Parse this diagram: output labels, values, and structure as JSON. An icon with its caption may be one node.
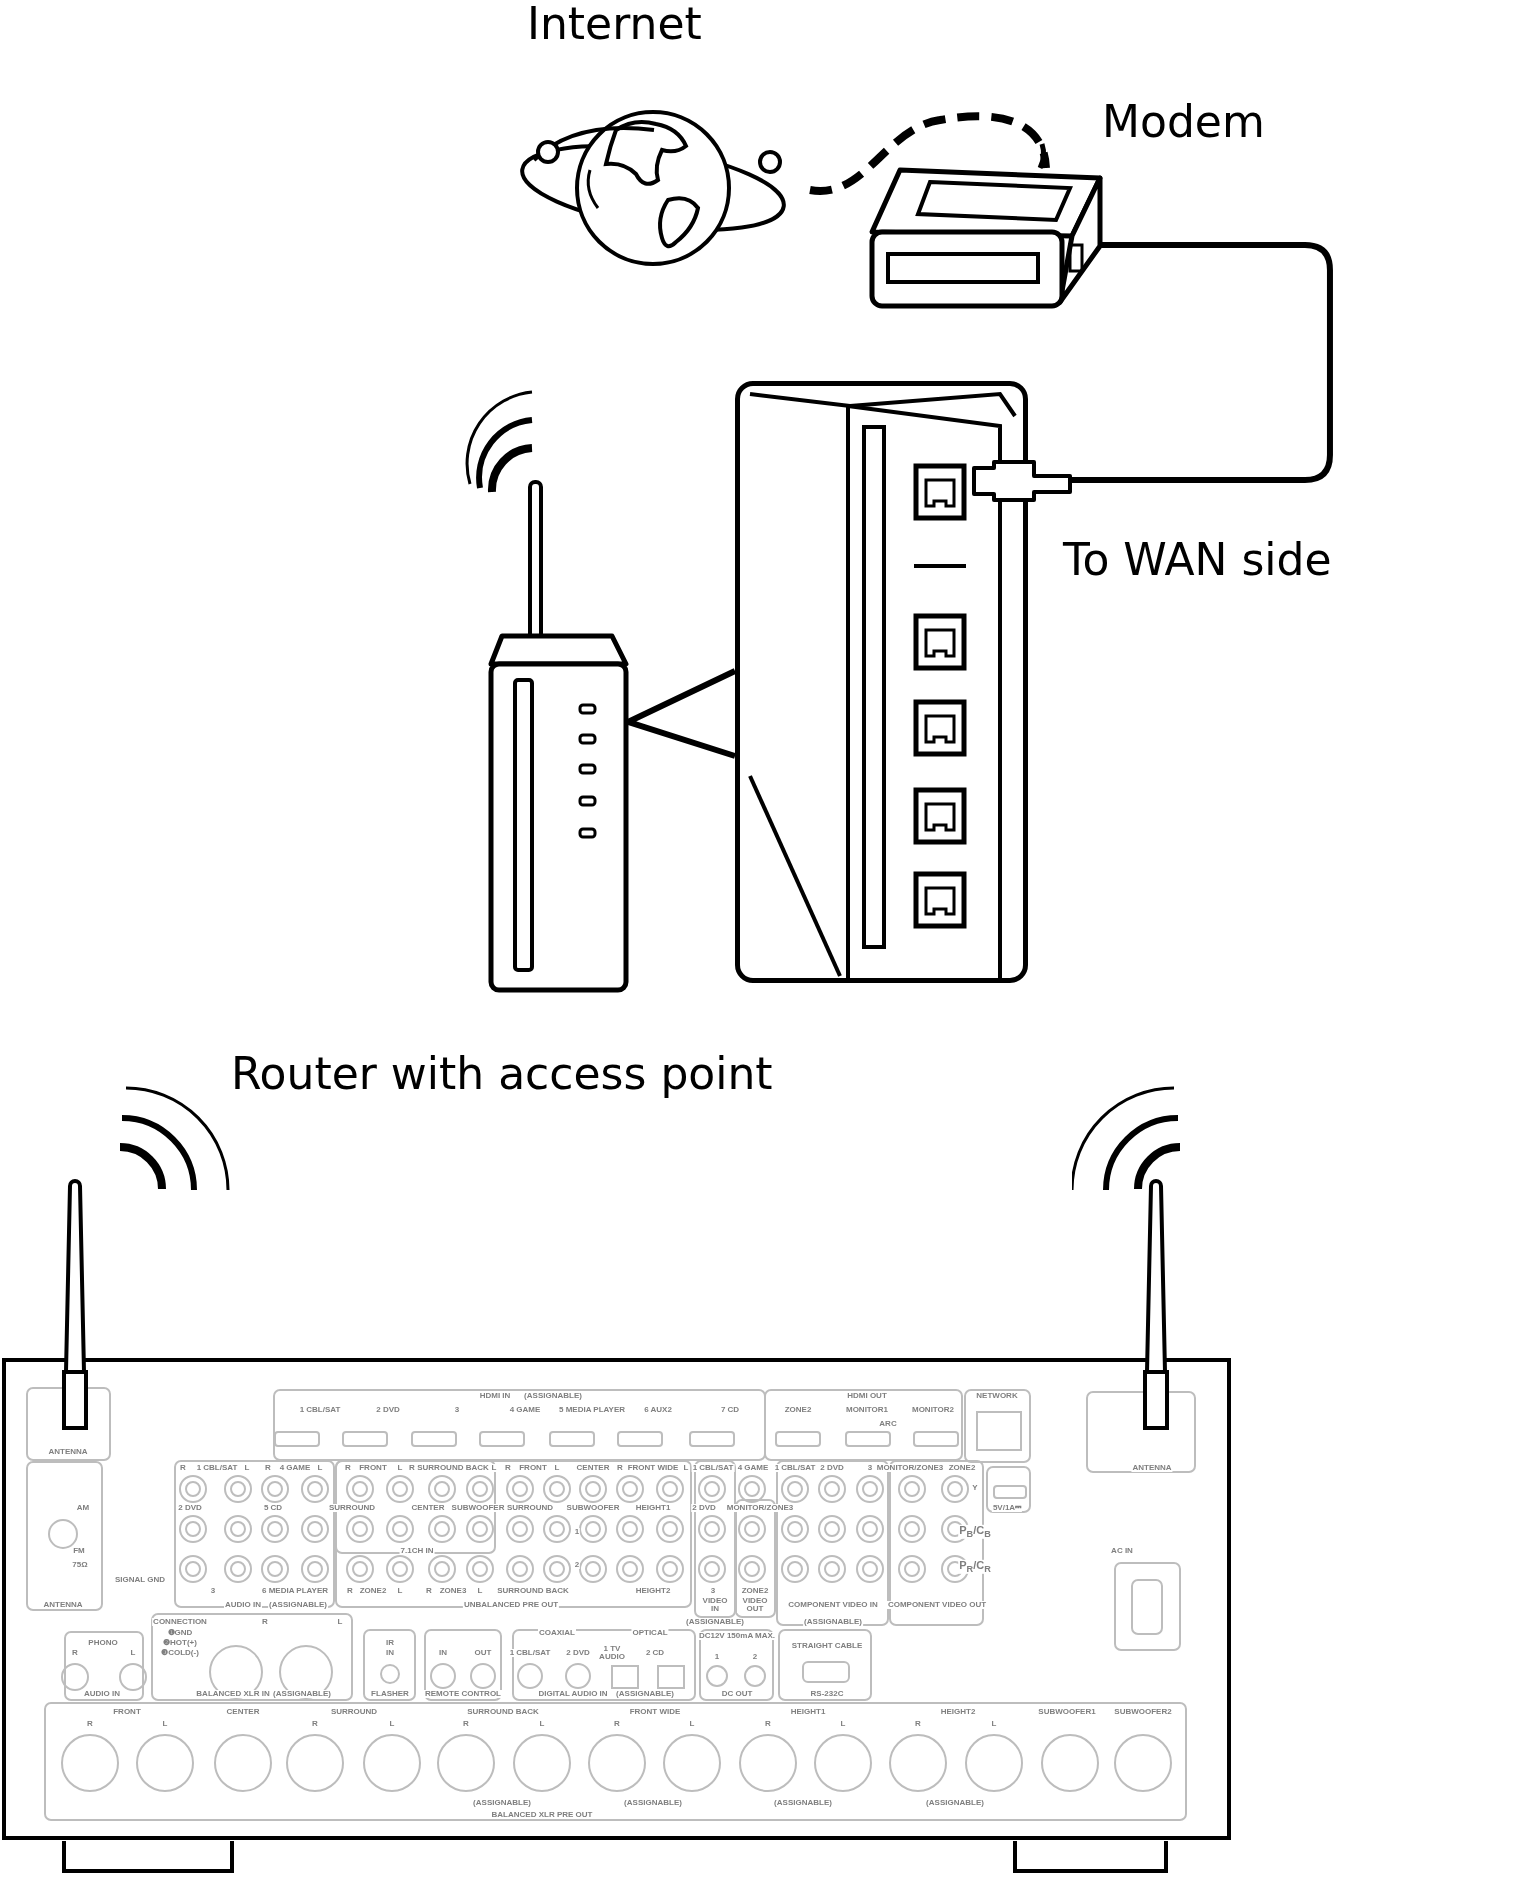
{
  "diagram": {
    "nodes": [
      {
        "text": [
          "Internet"
        ]
      },
      {
        "text": [
          "Modem"
        ]
      },
      {
        "text": [
          "Router with access point"
        ]
      },
      {
        "text": [],
        "shape": "picture"
      },
      {
        "text": [],
        "shape": "picture"
      }
    ],
    "edges": [
      {
        "from": 0,
        "to": 1,
        "arrow": "none",
        "style": "dashed"
      },
      {
        "from": 1,
        "to": 3,
        "arrow": "none"
      },
      {
        "from": 2,
        "to": 3,
        "arrow": "none"
      }
    ],
    "labels": [
      "To WAN side",
      "HDMI IN",
      "(ASSIGNABLE)",
      "HDMI OUT",
      "NETWORK",
      "1 CBL/SAT",
      "2 DVD",
      "3",
      "4 GAME",
      "5 MEDIA PLAYER",
      "6 AUX2",
      "7 CD",
      "ZONE2",
      "MONITOR1",
      "MONITOR2",
      "ARC",
      "ANTENNA",
      "R",
      "1 CBL/SAT",
      "L",
      "R",
      "4 GAME",
      "L",
      "R",
      "FRONT",
      "L",
      "R",
      "SURROUND BACK",
      "L",
      "R",
      "FRONT",
      "L",
      "CENTER",
      "R",
      "FRONT WIDE",
      "L",
      "1 CBL/SAT",
      "4 GAME",
      "1 CBL/SAT",
      "2 DVD",
      "3",
      "MONITOR/ZONE3",
      "ZONE2",
      "ANTENNA",
      "Y",
      "AM",
      "2 DVD",
      "5 CD",
      "SURROUND",
      "CENTER",
      "SUBWOOFER",
      "SURROUND",
      "SUBWOOFER",
      "HEIGHT1",
      "2 DVD",
      "MONITOR/ZONE3",
      "5V/1A⎓",
      "1",
      "P$_{B}$/C$_{B}$",
      "FM",
      "7.1CH IN",
      "AC IN",
      "75Ω",
      "2",
      "P$_{R}$/C$_{R}$",
      "SIGNAL GND",
      "3",
      "6 MEDIA PLAYER",
      "R",
      "ZONE2",
      "L",
      "R",
      "ZONE3",
      "L",
      "SURROUND BACK",
      "HEIGHT2",
      "3",
      "ZONE2",
      "ANTENNA",
      "AUDIO IN",
      "(ASSIGNABLE)",
      "UNBALANCED PRE OUT",
      "VIDEO IN",
      "VIDEO OUT",
      "COMPONENT VIDEO IN",
      "COMPONENT VIDEO OUT",
      "CONNECTION",
      "R",
      "L",
      "(ASSIGNABLE)",
      "(ASSIGNABLE)",
      "❶GND",
      "COAXIAL",
      "OPTICAL",
      "DC12V 150mA MAX.",
      "PHONO",
      "❷HOT(+)",
      "IR",
      "STRAIGHT CABLE",
      "R",
      "L",
      "❸COLD(-)",
      "IN",
      "IN",
      "OUT",
      "1 CBL/SAT",
      "2 DVD",
      "1 TV AUDIO",
      "2 CD",
      "1",
      "2",
      "AUDIO IN",
      "BALANCED XLR IN",
      "(ASSIGNABLE)",
      "FLASHER",
      "REMOTE CONTROL",
      "DIGITAL AUDIO IN",
      "(ASSIGNABLE)",
      "DC OUT",
      "RS-232C",
      "FRONT",
      "CENTER",
      "SURROUND",
      "SURROUND BACK",
      "FRONT WIDE",
      "HEIGHT1",
      "HEIGHT2",
      "SUBWOOFER1",
      "SUBWOOFER2",
      "R",
      "L",
      "R",
      "L",
      "R",
      "L",
      "R",
      "L",
      "R",
      "L",
      "R",
      "L",
      "(ASSIGNABLE)",
      "(ASSIGNABLE)",
      "(ASSIGNABLE)",
      "(ASSIGNABLE)",
      "BALANCED XLR PRE OUT"
    ]
  }
}
